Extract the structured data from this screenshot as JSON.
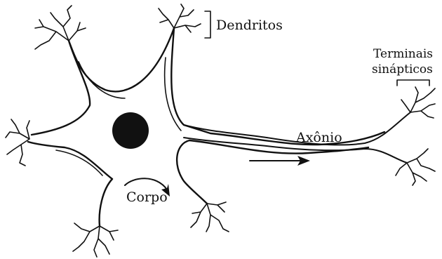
{
  "diagram": {
    "labels": {
      "dendritos": "Dendritos",
      "terminais_line1": "Terminais",
      "terminais_line2": "sinápticos",
      "axonio": "Axônio",
      "corpo": "Corpo"
    },
    "colors": {
      "ink": "#111111",
      "background": "#ffffff"
    }
  }
}
